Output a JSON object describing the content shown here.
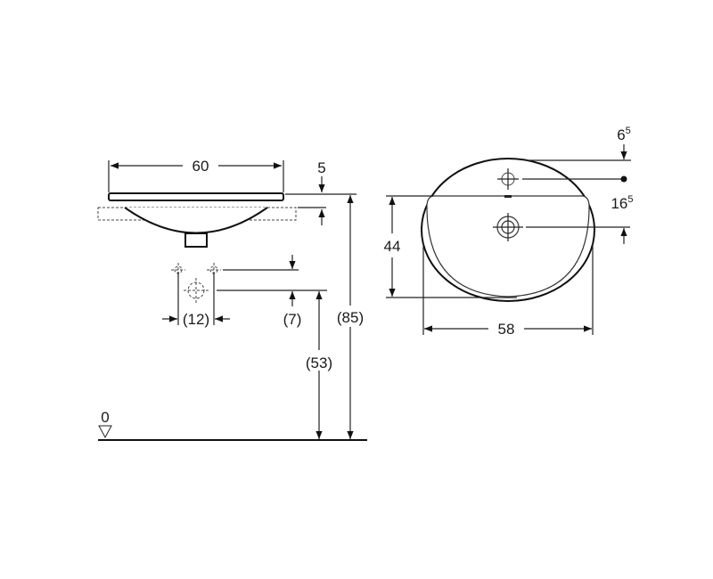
{
  "drawing": {
    "side_view": {
      "width_label": "60",
      "rim_label": "5",
      "tap_spacing_label": "(12)",
      "tap_offset_label": "(7)",
      "total_height_label": "(85)",
      "waste_height_label": "(53)",
      "floor_label": "0"
    },
    "top_view": {
      "width_label": "58",
      "depth_label": "44",
      "tap_hole_offset_label": "6",
      "tap_hole_offset_sup": "5",
      "drain_offset_label": "16",
      "drain_offset_sup": "5"
    }
  }
}
